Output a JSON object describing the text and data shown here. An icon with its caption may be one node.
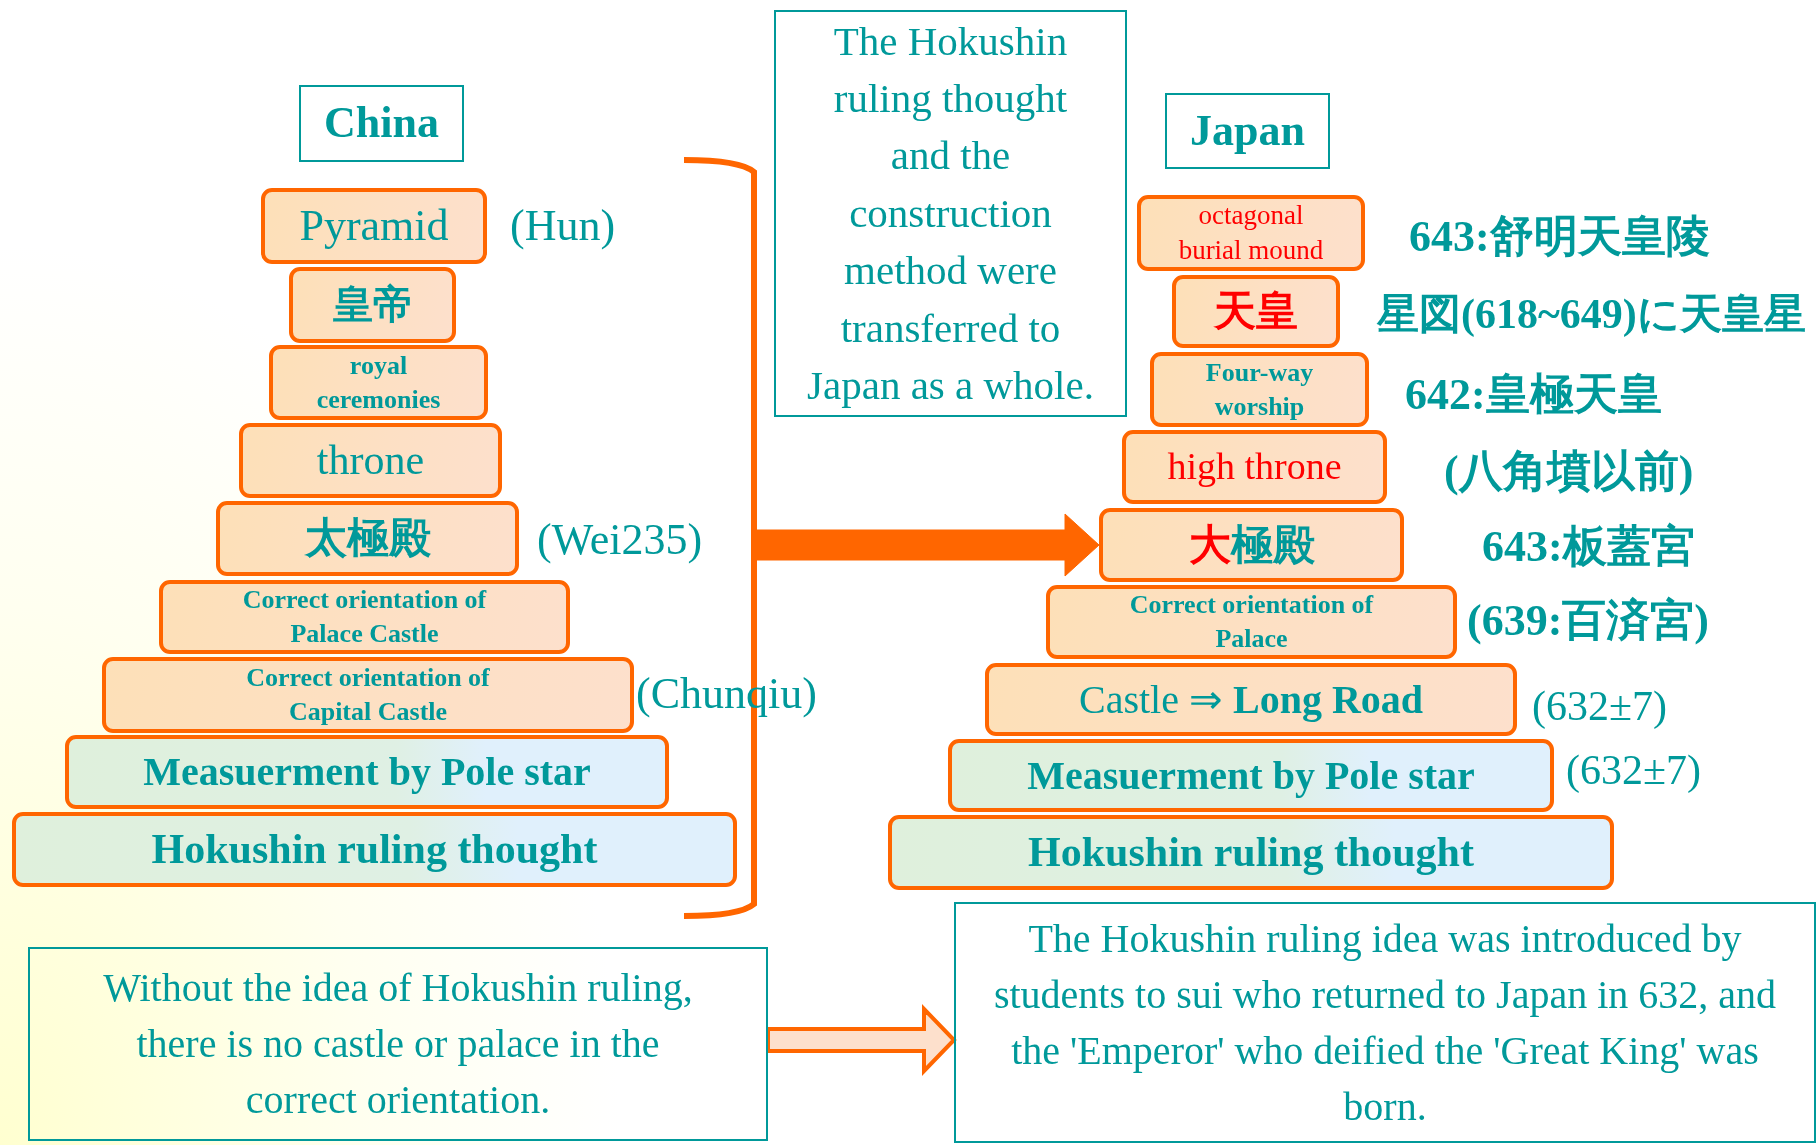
{
  "diagram": {
    "nodes": [
      {
        "text": [
          "China"
        ]
      },
      {
        "text": [
          "Pyramid"
        ],
        "beside": [
          "(Hun)"
        ]
      },
      {
        "text": [
          "皇帝"
        ]
      },
      {
        "text": [
          "royal ceremonies"
        ]
      },
      {
        "text": [
          "throne"
        ]
      },
      {
        "text": [
          "太極殿"
        ],
        "beside": [
          "(Wei235)"
        ]
      },
      {
        "text": [
          "Correct orientation of Palace Castle"
        ]
      },
      {
        "text": [
          "Correct orientation of Capital Castle"
        ],
        "beside": [
          "(Chunqiu)"
        ]
      },
      {
        "text": [
          "Measuerment by Pole star"
        ]
      },
      {
        "text": [
          "Hokushin ruling thought"
        ]
      },
      {
        "text": [
          "The Hokushin ruling thought and the construction method were transferred to Japan as  a whole."
        ]
      },
      {
        "text": [
          "Japan"
        ]
      },
      {
        "text": [
          "octagonal burial mound"
        ],
        "beside": [
          "643:舒明天皇陵"
        ]
      },
      {
        "text": [
          "天皇"
        ],
        "beside": [
          "星図(618~649)に天皇星"
        ]
      },
      {
        "text": [
          "Four-way worship"
        ],
        "beside": [
          "642:皇極天皇"
        ]
      },
      {
        "text": [
          "high throne"
        ],
        "beside": [
          "(八角墳以前)"
        ]
      },
      {
        "text": [
          "大極殿"
        ]
      },
      {
        "text": [
          "Correct orientation of Palace"
        ],
        "beside": [
          "(639:百済宮)"
        ]
      },
      {
        "text": [
          "Castle ⇒ **Long Road**"
        ],
        "beside": [
          "(632±7)"
        ]
      },
      {
        "text": [
          "Measuerment by Pole star"
        ],
        "beside": [
          "(632±7)"
        ]
      },
      {
        "text": [
          "Hokushin ruling thought"
        ]
      },
      {
        "text": [
          "Without the idea of Hokushin ruling, there is no castle or palace in the correct orientation."
        ]
      },
      {
        "text": [
          "The Hokushin ruling idea was introduced by students to sui who returned to Japan in 632, and the 'Emperor' who deified the 'Great King' was born."
        ]
      }
    ],
    "edges": [
      {
        "from": null,
        "to": 16,
        "arrow": "to"
      },
      {
        "from": 21,
        "to": 22,
        "arrow": "to"
      }
    ],
    "labels": [
      "643:板蓋宮"
    ]
  }
}
